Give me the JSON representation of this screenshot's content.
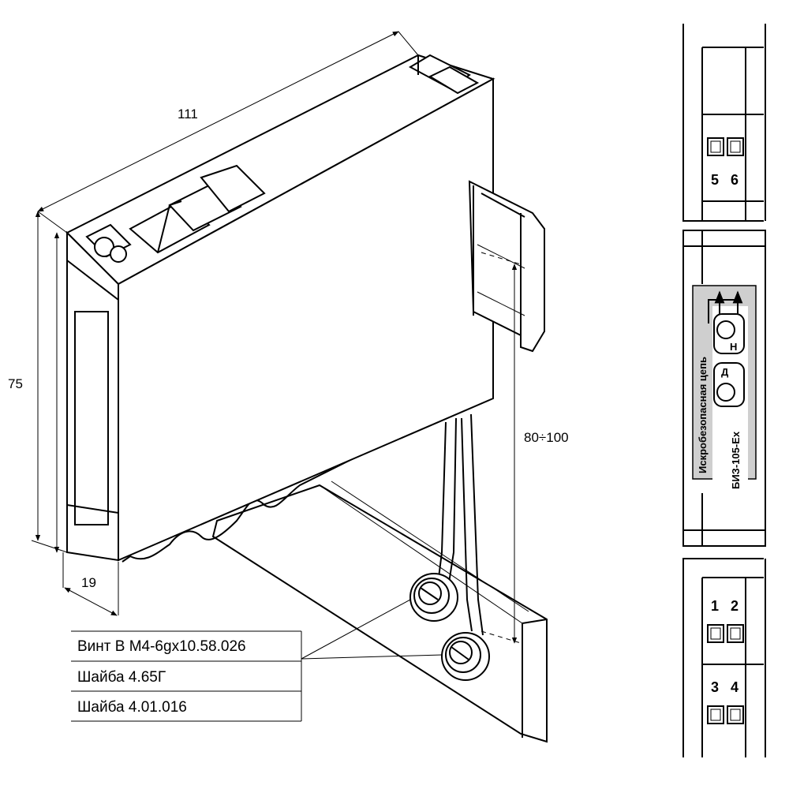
{
  "dimensions": {
    "length": "111",
    "height": "75",
    "width": "19",
    "mount_distance": "80÷100"
  },
  "parts_table": {
    "rows": [
      "Винт В М4-6gx10.58.026",
      "Шайба 4.65Г",
      "Шайба 4.01.016"
    ]
  },
  "front_panel": {
    "top_module": {
      "terminals": [
        "5",
        "6"
      ]
    },
    "middle_module": {
      "circuit_label": "Искробезопасная цепь",
      "model": "БИЗ-105-Ех",
      "indicator_h": "Н",
      "indicator_d": "Д"
    },
    "bottom_module": {
      "terminals_top": [
        "1",
        "2"
      ],
      "terminals_bottom": [
        "3",
        "4"
      ]
    }
  }
}
